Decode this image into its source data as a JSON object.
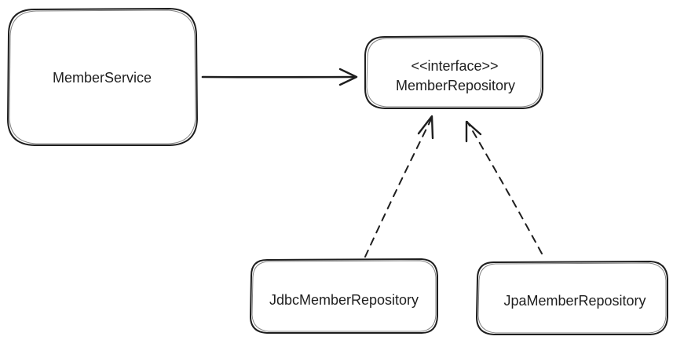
{
  "nodes": {
    "member_service": {
      "label": "MemberService"
    },
    "member_repository": {
      "stereotype": "<<interface>>",
      "label": "MemberRepository"
    },
    "jdbc_member_repository": {
      "label": "JdbcMemberRepository"
    },
    "jpa_member_repository": {
      "label": "JpaMemberRepository"
    }
  },
  "edges": [
    {
      "from": "MemberService",
      "to": "MemberRepository",
      "style": "solid"
    },
    {
      "from": "JdbcMemberRepository",
      "to": "MemberRepository",
      "style": "dashed"
    },
    {
      "from": "JpaMemberRepository",
      "to": "MemberRepository",
      "style": "dashed"
    }
  ],
  "colors": {
    "stroke": "#1e1e1e",
    "background": "#ffffff"
  }
}
